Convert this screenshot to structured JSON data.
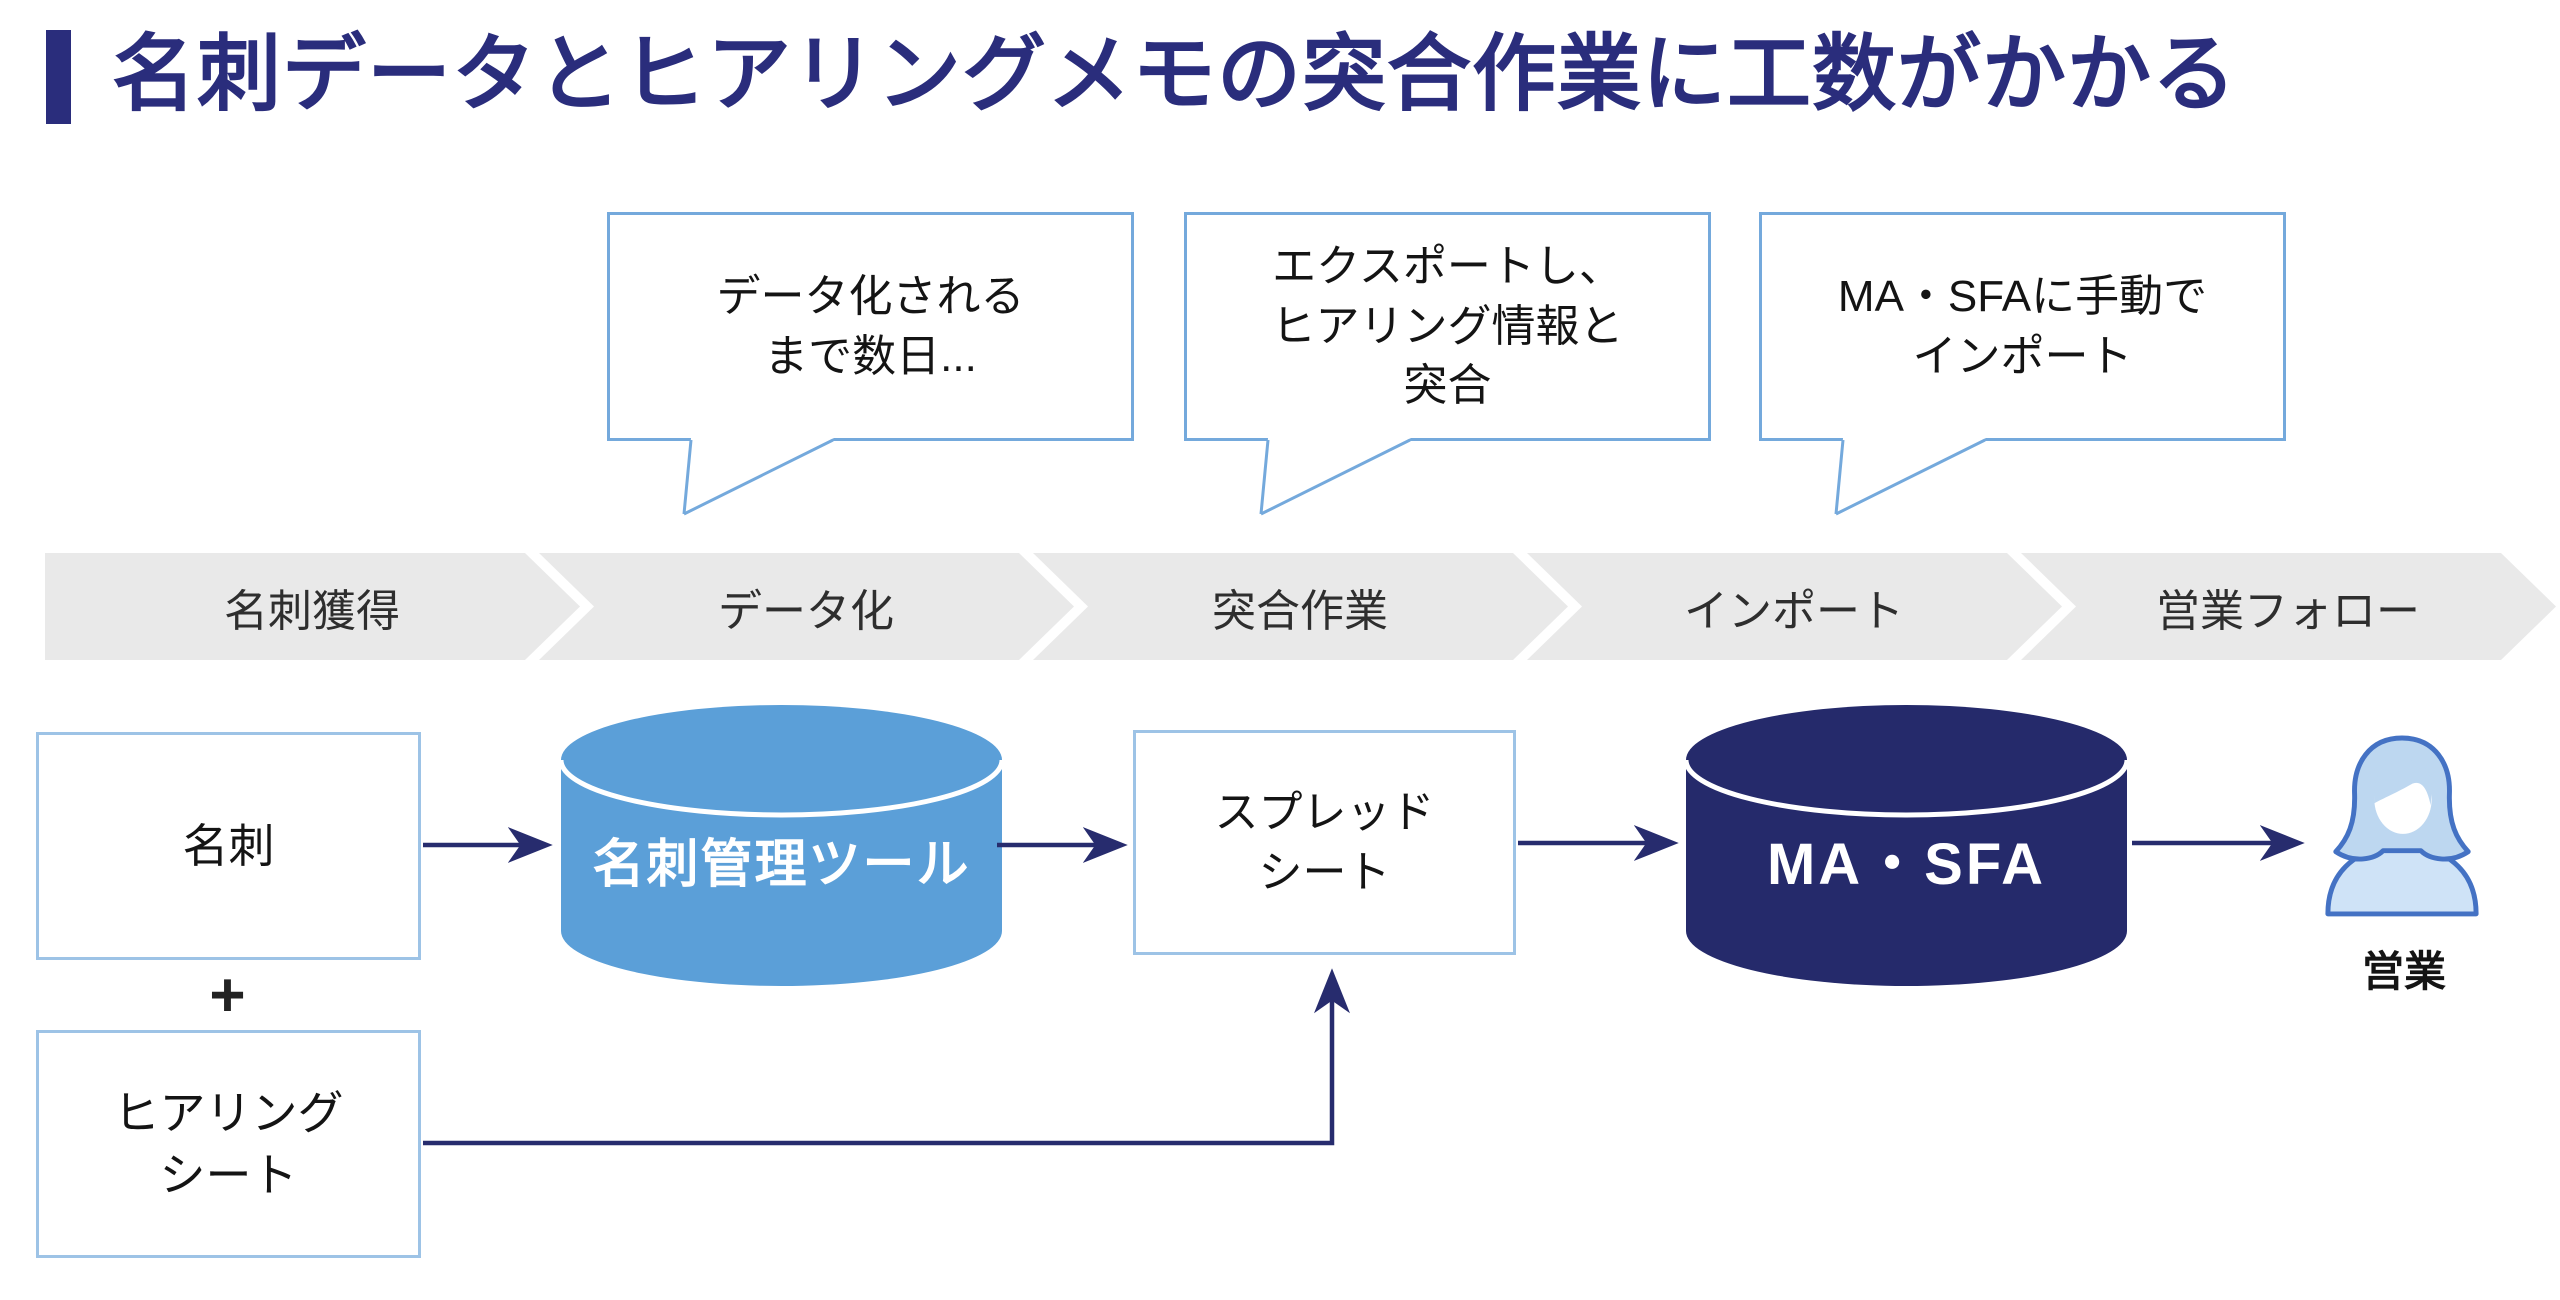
{
  "slide_title": "名刺データとヒアリングメモの突合作業に工数がかかる",
  "callouts": [
    {
      "lines": [
        "データ化される",
        "まで数日..."
      ]
    },
    {
      "lines": [
        "エクスポートし、",
        "ヒアリング情報と",
        "突合"
      ]
    },
    {
      "lines": [
        "MA・SFAに手動で",
        "インポート"
      ]
    }
  ],
  "process_steps": [
    {
      "label": "名刺獲得"
    },
    {
      "label": "データ化"
    },
    {
      "label": "突合作業"
    },
    {
      "label": "インポート"
    },
    {
      "label": "営業フォロー"
    }
  ],
  "flow": {
    "business_card_box": {
      "label": "名刺"
    },
    "plus_sign": "+",
    "hearing_sheet_box": {
      "lines": [
        "ヒアリング",
        "シート"
      ]
    },
    "card_tool_cylinder": {
      "label": "名刺管理ツール"
    },
    "spreadsheet_box": {
      "lines": [
        "スプレッド",
        "シート"
      ]
    },
    "ma_sfa_cylinder": {
      "label": "MA・SFA"
    },
    "sales_person_label": "営業"
  },
  "colors": {
    "title_navy": "#2A2D7C",
    "arrow_navy": "#272C6E",
    "dark_cylinder_navy": "#252A6B",
    "light_cylinder_blue": "#5B9FD8",
    "box_border_blue": "#9DC3E6",
    "callout_border_blue": "#74A9DC",
    "chevron_gray": "#E9E9E9",
    "person_fill_blue": "#BDD7F0",
    "person_shirt_blue": "#CFE3F7",
    "person_outline_blue": "#4472C4"
  }
}
